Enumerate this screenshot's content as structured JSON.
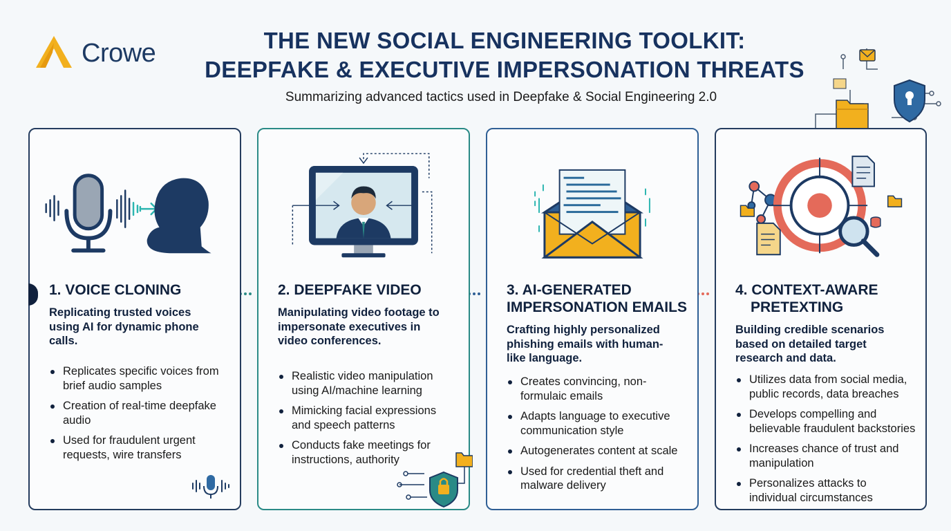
{
  "brand": {
    "name": "Crowe",
    "accent": "#f2b01e",
    "navy": "#1d3a63"
  },
  "header": {
    "title_line1": "THE NEW SOCIAL ENGINEERING TOOLKIT:",
    "title_line2": "DEEPFAKE & EXECUTIVE IMPERSONATION THREATS",
    "subtitle": "Summarizing advanced tactics used in Deepfake & Social Engineering 2.0"
  },
  "cards": [
    {
      "title": "1. VOICE CLONING",
      "summary": "Replicating trusted voices using AI for dynamic phone calls.",
      "points": [
        "Replicates specific voices from brief audio samples",
        "Creation of real-time deepfake audio",
        "Used for fraudulent urgent requests, wire transfers"
      ],
      "icons": [
        "microphone-icon",
        "head-silhouette-icon",
        "sound-wave-icon"
      ],
      "color": "#10213d"
    },
    {
      "title": "2. DEEPFAKE VIDEO",
      "summary": "Manipulating video footage to impersonate executives in video conferences.",
      "points": [
        "Realistic video manipulation using AI/machine learning",
        "Mimicking facial expressions and speech patterns",
        "Conducts fake meetings for instructions, authority"
      ],
      "icons": [
        "monitor-executive-icon",
        "lock-shield-icon",
        "folder-icon"
      ],
      "color": "#2a8a86"
    },
    {
      "title_line1": "3. AI-GENERATED",
      "title_line2": "IMPERSONATION EMAILS",
      "summary": "Crafting highly personalized phishing emails with human-like language.",
      "points": [
        "Creates convincing, non-formulaic emails",
        "Adapts language to executive communication style",
        "Autogenerates content at scale",
        "Used for credential theft and malware delivery"
      ],
      "icons": [
        "envelope-code-icon"
      ],
      "color": "#2f5f95"
    },
    {
      "title_line1": "4. CONTEXT-AWARE",
      "title_line2": "PRETEXTING",
      "summary": "Building credible scenarios based on detailed target research and data.",
      "points": [
        "Utilizes data from social media, public records, data breaches",
        "Develops compelling and believable fraudulent backstories",
        "Increases chance of trust and manipulation",
        "Personalizes attacks to individual circumstances"
      ],
      "icons": [
        "target-icon",
        "magnifier-icon",
        "network-icon",
        "document-icon"
      ],
      "color": "#e46a5a"
    }
  ]
}
